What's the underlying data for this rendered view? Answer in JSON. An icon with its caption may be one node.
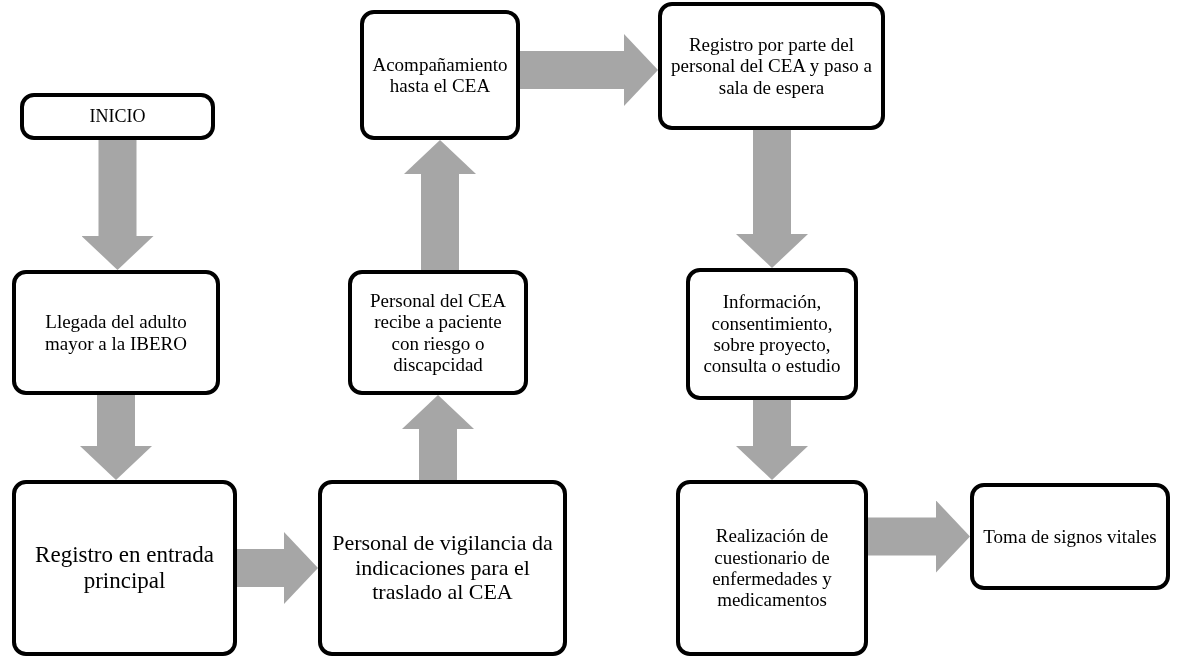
{
  "diagram": {
    "nodes": [
      {
        "text": [
          "INICIO"
        ]
      },
      {
        "text": [
          "Llegada del adulto mayor a la IBERO"
        ]
      },
      {
        "text": [
          "Registro en entrada principal"
        ]
      },
      {
        "text": [
          "Personal de vigilancia da indicaciones para el traslado al CEA"
        ]
      },
      {
        "text": [
          "Personal del CEA recibe a paciente con riesgo o discapcidad"
        ]
      },
      {
        "text": [
          "Acompañamiento hasta el CEA"
        ]
      },
      {
        "text": [
          "Registro por parte del personal del CEA y paso a sala de espera"
        ]
      },
      {
        "text": [
          "Información, consentimiento, sobre proyecto, consulta o estudio"
        ]
      },
      {
        "text": [
          "Realización de cuestionario de enfermedades y medicamentos"
        ]
      },
      {
        "text": [
          "Toma de signos vitales"
        ]
      }
    ],
    "edges": [
      {
        "from": 0,
        "to": 1,
        "arrow": "to"
      },
      {
        "from": 1,
        "to": 2,
        "arrow": "to"
      },
      {
        "from": 2,
        "to": 3,
        "arrow": "to"
      },
      {
        "from": 3,
        "to": 4,
        "arrow": "to"
      },
      {
        "from": 4,
        "to": 5,
        "arrow": "to"
      },
      {
        "from": 5,
        "to": 6,
        "arrow": "to"
      },
      {
        "from": 6,
        "to": 7,
        "arrow": "to"
      },
      {
        "from": 7,
        "to": 8,
        "arrow": "to"
      },
      {
        "from": 8,
        "to": 9,
        "arrow": "to"
      }
    ]
  }
}
